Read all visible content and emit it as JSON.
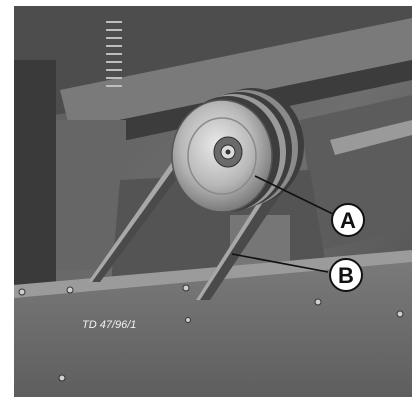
{
  "image": {
    "subject": "belt-pulley-assembly-photo",
    "palette": {
      "frame": "#ffffff",
      "background_dark": "#3f3f3f",
      "panel": "#6a6a6a",
      "metal_light": "#bdbdbd",
      "metal_mid": "#8c8c8c",
      "belt": "#4a4a4a",
      "callout_fill": "#ffffff",
      "callout_stroke": "#111111"
    }
  },
  "callouts": {
    "a": {
      "label": "A"
    },
    "b": {
      "label": "B"
    }
  },
  "photo_id": "TD 47/96/1"
}
